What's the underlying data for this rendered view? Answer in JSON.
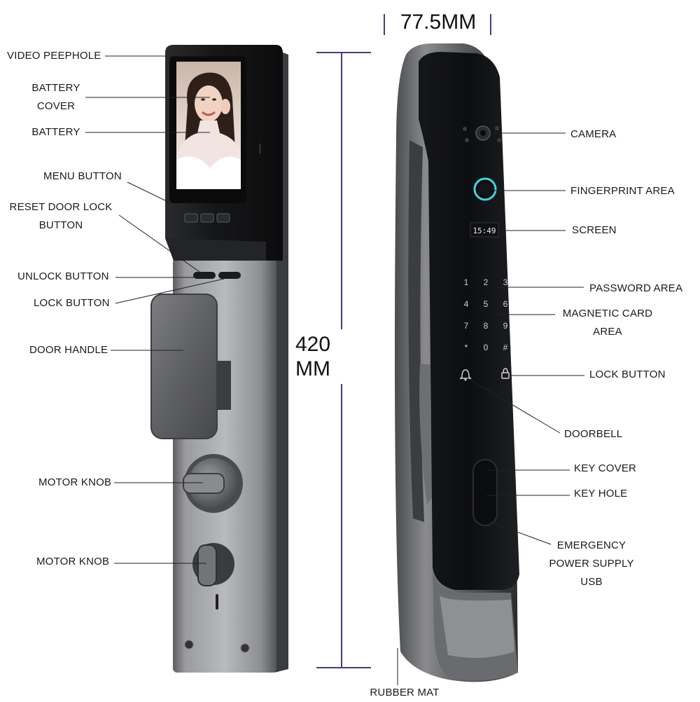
{
  "dimensions": {
    "width": "77.5MM",
    "height_line1": "420",
    "height_line2": "MM"
  },
  "lock_screen": {
    "time": "15:49"
  },
  "keypad": [
    "1",
    "2",
    "3",
    "4",
    "5",
    "6",
    "7",
    "8",
    "9",
    "*",
    "0",
    "#"
  ],
  "left_labels": {
    "video_peephole": "VIDEO PEEPHOLE",
    "battery_cover_1": "BATTERY",
    "battery_cover_2": "COVER",
    "battery": "BATTERY",
    "menu_button": "MENU BUTTON",
    "reset_1": "RESET DOOR LOCK",
    "reset_2": "BUTTON",
    "unlock_button": "UNLOCK BUTTON",
    "lock_button": "LOCK BUTTON",
    "door_handle": "DOOR HANDLE",
    "motor_knob_1": "MOTOR KNOB",
    "motor_knob_2": "MOTOR KNOB"
  },
  "right_labels": {
    "camera": "CAMERA",
    "fingerprint_area": "FINGERPRINT AREA",
    "screen": "SCREEN",
    "password_area": "PASSWORD AREA",
    "magnetic_1": "MAGNETIC CARD",
    "magnetic_2": "AREA",
    "lock_button": "LOCK BUTTON",
    "doorbell": "DOORBELL",
    "key_cover": "KEY COVER",
    "key_hole": "KEY HOLE",
    "emergency_1": "EMERGENCY",
    "emergency_2": "POWER SUPPLY",
    "emergency_3": "USB",
    "rubber_mat": "RUBBER MAT"
  },
  "colors": {
    "dimension_line": "#4b3b7a",
    "fingerprint_ring": "#3fd6e0",
    "panel_dark": "#1c1d20",
    "metal": "#8a8b8e"
  }
}
